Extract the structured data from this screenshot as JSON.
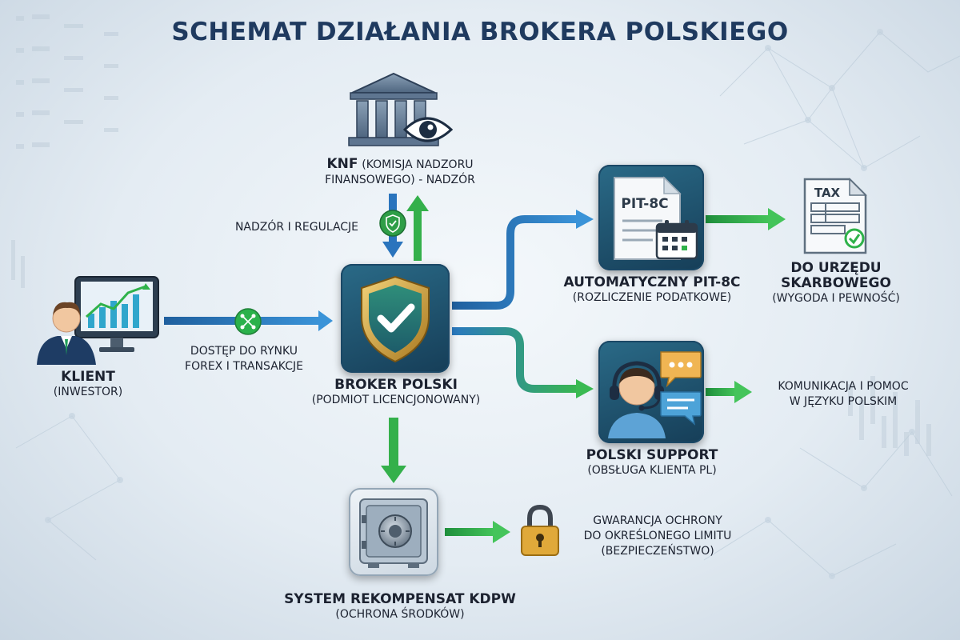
{
  "title": "SCHEMAT DZIAŁANIA BROKERA POLSKIEGO",
  "knf": {
    "lead": "KNF",
    "paren": "(KOMISJA NADZORU",
    "line2": "FINANSOWEGO) - NADZÓR",
    "arrow_label": "NADZÓR I REGULACJE"
  },
  "client": {
    "name": "KLIENT",
    "role": "(INWESTOR)",
    "link_line1": "DOSTĘP DO RYNKU",
    "link_line2": "FOREX I TRANSAKCJE"
  },
  "broker": {
    "name": "BROKER POLSKI",
    "role": "(PODMIOT LICENCJONOWANY)"
  },
  "pit": {
    "doc_label": "PIT-8C",
    "name": "AUTOMATYCZNY PIT-8C",
    "role": "(ROZLICZENIE PODATKOWE)"
  },
  "tax": {
    "doc_label": "TAX",
    "line1": "DO URZĘDU",
    "line2": "SKARBOWEGO",
    "line3": "(WYGODA I PEWNOŚĆ)"
  },
  "support": {
    "name": "POLSKI SUPPORT",
    "role": "(OBSŁUGA KLIENTA PL)",
    "desc_line1": "KOMUNIKACJA I POMOC",
    "desc_line2": "W JĘZYKU POLSKIM"
  },
  "kdpw": {
    "name": "SYSTEM REKOMPENSAT KDPW",
    "role": "(OCHRONA ŚRODKÓW)"
  },
  "guarantee": {
    "line1": "GWARANCJA OCHRONY",
    "line2": "DO OKREŚLONEGO LIMITU",
    "line3": "(BEZPIECZEŃSTWO)"
  },
  "colors": {
    "title": "#1f3a5f",
    "arrow_blue": "#2f7fc8",
    "arrow_green": "#2fb24a",
    "tile_dark": "#163e58",
    "shield_gold": "#c99a34"
  },
  "icons": [
    "bank-eye-icon",
    "investor-monitor-icon",
    "shield-check-icon",
    "pit-document-icon",
    "calendar-icon",
    "tax-form-icon",
    "headset-support-icon",
    "chat-bubbles-icon",
    "safe-icon",
    "padlock-icon",
    "network-node-icon"
  ]
}
